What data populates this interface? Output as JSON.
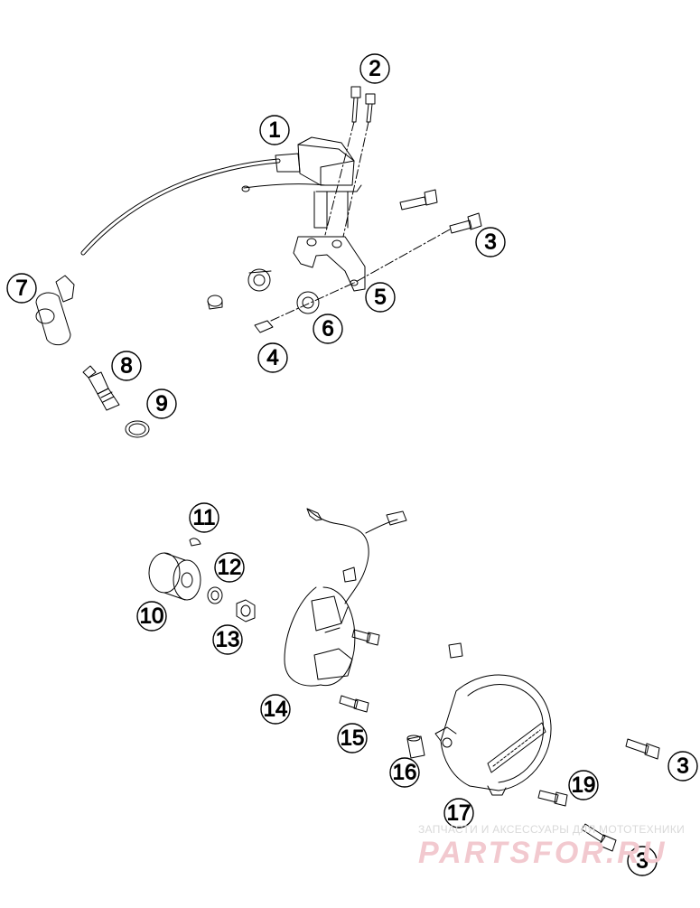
{
  "callouts": {
    "c1": "1",
    "c2": "2",
    "c3a": "3",
    "c3b": "3",
    "c3c": "3",
    "c4": "4",
    "c5": "5",
    "c6": "6",
    "c7": "7",
    "c8": "8",
    "c9": "9",
    "c10": "10",
    "c11": "11",
    "c12": "12",
    "c13": "13",
    "c14": "14",
    "c15": "15",
    "c16": "16",
    "c17": "17",
    "c19": "19"
  },
  "watermark": {
    "tagline": "ЗАПЧАСТИ И АКСЕССУАРЫ ДЛЯ МОТОТЕХНИКИ",
    "logo": "PARTSFOR.RU"
  }
}
